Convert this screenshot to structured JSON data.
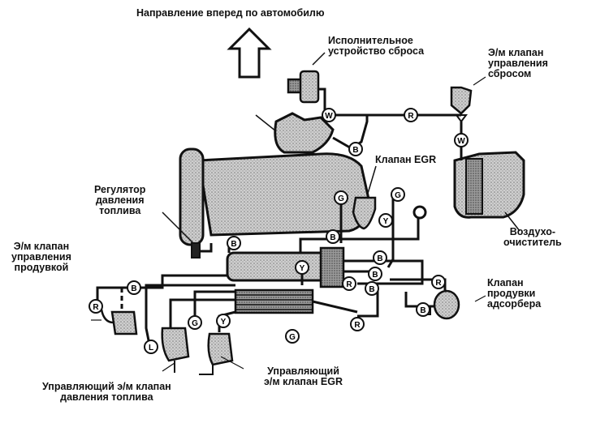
{
  "title": "Направление вперед по автомобилю",
  "labels": {
    "reset_actuator": "Исполнительное\nустройство сброса",
    "reset_solenoid": "Э/м клапан\nуправления\nсбросом",
    "egr_valve": "Клапан EGR",
    "fuel_pressure_regulator": "Регулятор\nдавления\nтоплива",
    "air_cleaner": "Воздухо-\nочиститель",
    "purge_solenoid": "Э/м клапан\nуправления\nпродувкой",
    "canister_purge_valve": "Клапан\nпродувки\nадсорбера",
    "fuel_pressure_solenoid": "Управляющий э/м клапан\nдавления топлива",
    "egr_solenoid": "Управляющий\nэ/м клапан EGR"
  },
  "hose_codes": {
    "W": "W",
    "R": "R",
    "B": "B",
    "G": "G",
    "Y": "Y",
    "L": "L"
  },
  "colors": {
    "ink": "#111111",
    "shade": "#8a8a8a",
    "light_shade": "#bdbdbd"
  }
}
